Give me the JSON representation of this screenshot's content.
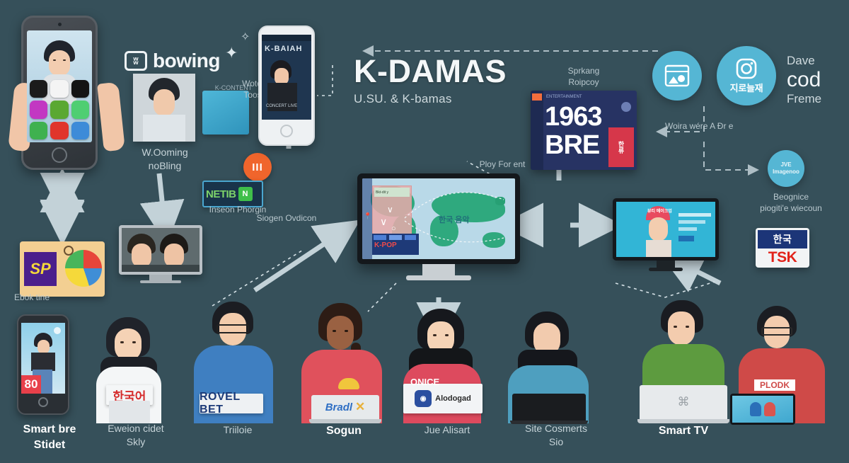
{
  "meta": {
    "background_color": "#36505a",
    "accent_teal": "#55b6d4",
    "arrow_color": "#c3d2d8"
  },
  "header": {
    "title": "K-DAMAS",
    "subtitle": "U.SU. & K-bamas"
  },
  "brand_bowing": {
    "label": "bowing",
    "logo_glyph": "ʬ"
  },
  "nodes": {
    "phone_hands": {
      "caption": "",
      "status_bar": "carrier",
      "apps": [
        "#1b1b1b",
        "#f2f2f2",
        "#141414",
        "#c238c2",
        "#5aa832",
        "#4fce72",
        "#3fb14f",
        "#e0352b",
        "#3d8bd8"
      ]
    },
    "phone_fan": {
      "caption_line1": "W.Ooming",
      "caption_line2": "noBling"
    },
    "phone_concert": {
      "screen_title": "K-BAIAH",
      "screen_sub": "CONCERT LIVE"
    },
    "ebook_card": {
      "caption": "Ebok tine",
      "logo_text": "SP"
    },
    "netib_card": {
      "label": "NETIB",
      "badge": "N",
      "caption": "Inseon Phorgin",
      "top_caption_line1": "Wotoo ky",
      "top_caption_line2": "Toostem",
      "ball_text": "III"
    },
    "tv_pair": {
      "caption": ""
    },
    "main_monitor": {
      "caption_left": "Siogen Ovdicon",
      "caption_right": "Ploy For ent",
      "map_overlay_title": "Bkt-dit y",
      "map_label": "한국 음악"
    },
    "card_1963": {
      "caption_line1": "Sprkang",
      "caption_line2": "Roipcoy",
      "number": "1963",
      "word": "BRE",
      "side_label": "한류"
    },
    "beauty_monitor": {
      "screen_label": "뷰티 메이크업"
    },
    "tsk_logo": {
      "top": "한국",
      "bottom": "TSK"
    },
    "circle_browser": {
      "icon": "browser-image-icon",
      "caption": "Woira wére A Ðr e"
    },
    "circle_instagram": {
      "icon": "instagram-icon",
      "label": "지로늘재"
    },
    "right_text": {
      "line1": "Dave",
      "line2": "cod",
      "line3": "Freme"
    },
    "circle_small": {
      "label_line1": "JVE",
      "label_line2": "Imagenoo",
      "caption_line1": "Beognice",
      "caption_line2": "piogiti'e wiecoun"
    }
  },
  "bottom_row": [
    {
      "id": "smart-phone-80",
      "label_line1": "Smart bre",
      "label_line2": "Stidet",
      "bold": true,
      "badge": "80"
    },
    {
      "id": "reader-girl",
      "label_line1": "Eweion cidet",
      "label_line2": "Skly",
      "bold": false,
      "sign_text": "한국어"
    },
    {
      "id": "student-glasses",
      "label_line1": "Triiloie",
      "label_line2": "",
      "bold": false,
      "sign_text": "ROVEL BET"
    },
    {
      "id": "woman-laptop",
      "label_line1": "Sogun",
      "label_line2": "",
      "bold": true,
      "sign_text": "Bradl"
    },
    {
      "id": "fan-sign",
      "label_line1": "Jue Alisart",
      "label_line2": "",
      "bold": false,
      "sign_text": "ONICE",
      "sign_sub": "Alodogad"
    },
    {
      "id": "commenter",
      "label_line1": "Site Cosmerts",
      "label_line2": "Sio",
      "bold": false,
      "sign_text": ""
    },
    {
      "id": "smart-tv",
      "label_line1": "Smart TV",
      "label_line2": "",
      "bold": true,
      "sign_text": ""
    },
    {
      "id": "tablet-viewer",
      "label_line1": "",
      "label_line2": "",
      "bold": false,
      "sign_text": "PLODK"
    }
  ]
}
